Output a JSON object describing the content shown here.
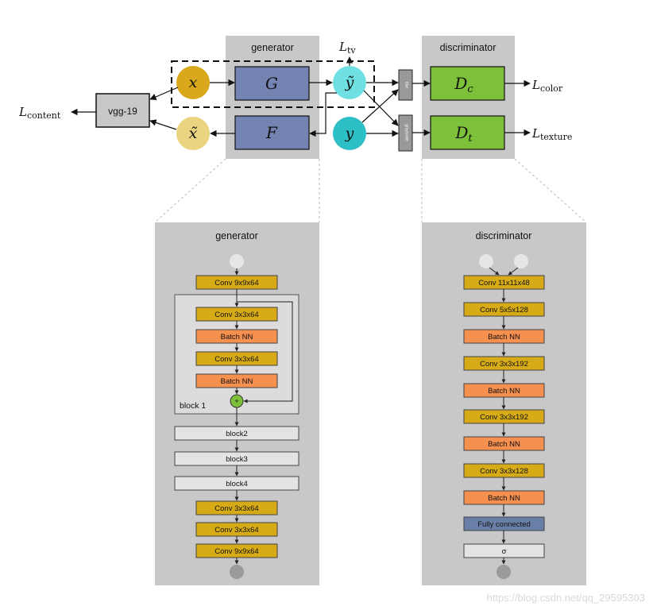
{
  "top": {
    "generator_title": "generator",
    "discriminator_title": "discriminator",
    "vgg_label": "vgg-19",
    "blur_label": "blur",
    "grayscale_label": "grayscale",
    "nodes": {
      "x": "x",
      "x_tilde": "x̃",
      "y": "y",
      "y_tilde": "ỹ",
      "G": "G",
      "F": "F",
      "Dc": "D",
      "Dc_sub": "c",
      "Dt": "D",
      "Dt_sub": "t"
    },
    "losses": {
      "content": "content",
      "tv": "tv",
      "color": "color",
      "texture": "texture",
      "symbol": "L"
    }
  },
  "generator_panel": {
    "title": "generator",
    "layers": [
      "Conv 9x9x64",
      "Conv 3x3x64",
      "Batch NN",
      "Conv 3x3x64",
      "Batch NN"
    ],
    "block_label": "block 1",
    "blocks": [
      "block2",
      "block3",
      "block4"
    ],
    "tail_layers": [
      "Conv 3x3x64",
      "Conv 3x3x64",
      "Conv 9x9x64"
    ],
    "plus": "+"
  },
  "discriminator_panel": {
    "title": "discriminator",
    "layers": [
      "Conv 11x11x48",
      "Conv 5x5x128",
      "Batch NN",
      "Conv 3x3x192",
      "Batch NN",
      "Conv 3x3x192",
      "Batch NN",
      "Conv 3x3x128",
      "Batch NN",
      "Fully connected",
      "σ"
    ]
  },
  "watermark": "https://blog.csdn.net/qq_29595303",
  "colors": {
    "panel": "#c8c8c8",
    "conv": "#d6ab17",
    "batch": "#f5904f",
    "fc": "#6a7fa8",
    "generator_box": "#7384b2",
    "discriminator_box": "#7dc13a",
    "x_node": "#d9a81c",
    "x_tilde_node": "#ead482",
    "y_node": "#2cbfc6",
    "y_tilde_node": "#6ee0e2"
  }
}
